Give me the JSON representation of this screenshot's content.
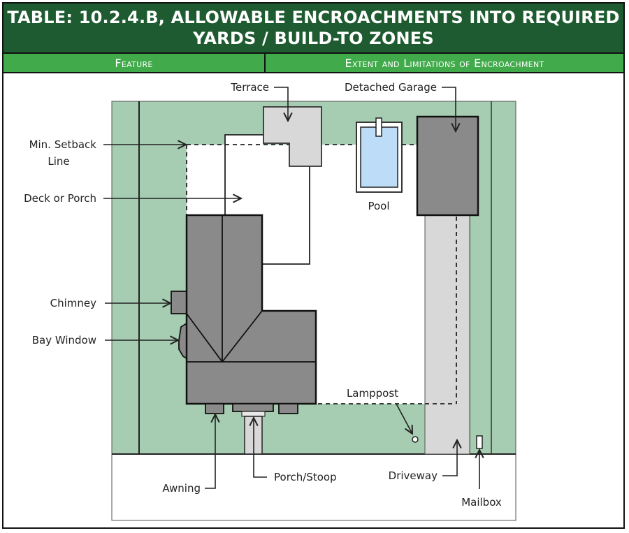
{
  "table": {
    "title_line1": "TABLE: 10.2.4.B, ALLOWABLE ENCROACHMENTS INTO REQUIRED",
    "title_line2": "YARDS / BUILD-TO ZONES",
    "columns": [
      "Feature",
      "Extent and Limitations of Encroachment"
    ]
  },
  "colors": {
    "title_background": "#1f5b31",
    "header_background": "#41aa4b",
    "yard_green": "#a6cdb1",
    "building_gray": "#8a8a8a",
    "paving_gray": "#d8d8d8",
    "pool_blue": "#bcdcf8"
  },
  "diagram": {
    "labels": {
      "terrace": "Terrace",
      "detached_garage": "Detached Garage",
      "setback_line_1": "Min. Setback",
      "setback_line_2": "Line",
      "deck_or_porch": "Deck or Porch",
      "pool": "Pool",
      "chimney": "Chimney",
      "bay_window": "Bay Window",
      "lamppost": "Lamppost",
      "awning": "Awning",
      "porch_stoop": "Porch/Stoop",
      "driveway": "Driveway",
      "mailbox": "Mailbox"
    }
  }
}
